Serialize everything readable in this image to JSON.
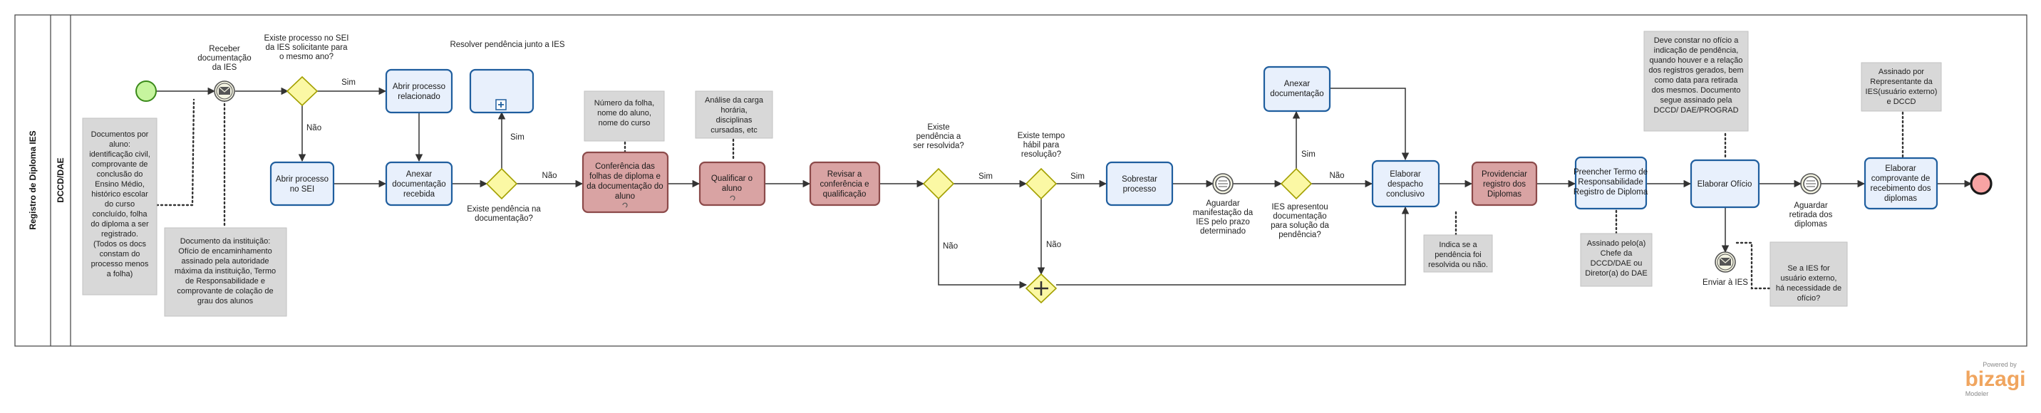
{
  "pool": {
    "title": "Registro de Diploma IES",
    "lane": "DCCD/DAE"
  },
  "tasks": {
    "abrir_sei": "Abrir processo no SEI",
    "abrir_relacionado": "Abrir  processo relacionado",
    "anexar_recebida": "Anexar documentação recebida",
    "conferencia": "Conferência das folhas de diploma e da documentação do aluno",
    "qualificar": "Qualificar o aluno",
    "revisar": "Revisar a conferência e qualificação",
    "sobrestar": "Sobrestar processo",
    "anexar_doc": "Anexar documentação",
    "elaborar_despacho": "Elaborar despacho conclusivo",
    "providenciar": "Providenciar registro dos Diplomas",
    "preencher": "Preencher Termo de Responsabilidade Registro de Diploma",
    "elaborar_oficio": "Elaborar Ofício",
    "elaborar_comprovante": "Elaborar comprovante de recebimento dos diplomas"
  },
  "subprocess": {
    "label": "Resolver pendência junto a IES"
  },
  "events": {
    "receber": "Receber documentação da IES",
    "aguardar_manifestacao": "Aguardar manifestação da IES pelo prazo determinado",
    "aguardar_retirada": "Aguardar retirada dos diplomas",
    "enviar": "Enviar à IES"
  },
  "gateways": {
    "existe_processo": "Existe processo no SEI da IES solicitante para o mesmo ano?",
    "existe_pendencia_doc": "Existe pendência na documentação?",
    "existe_pendencia_resolvida": "Existe pendência a ser resolvida?",
    "existe_tempo": "Existe tempo hábil para resolução?",
    "ies_apresentou": "IES apresentou documentação para solução da pendência?"
  },
  "flow_labels": {
    "sim": "Sim",
    "nao": "Não"
  },
  "notes": {
    "documentos_aluno": "Documentos por aluno: identificação civil, comprovante de conclusão do Ensino Médio, histórico escolar do curso concluído, folha do diploma a ser registrado. (Todos os docs constam do processo menos a folha)",
    "documento_instituicao": "Documento da instituição: Ofício de encaminhamento assinado pela autoridade máxima da instituição, Termo de Responsabilidade e comprovante de colação de grau dos alunos",
    "numero_folha": "Número da folha, nome do aluno, nome do curso",
    "analise_carga": "Análise da carga horária, disciplinas cursadas, etc",
    "indica_pendencia": "Indica se a pendência foi resolvida ou não.",
    "assinado_chefe": "Assinado pelo(a) Chefe da DCCD/DAE ou Diretor(a) do DAE",
    "deve_constar": "Deve constar no ofício a indicação de pendência, quando houver e a relação dos registros gerados, bem como data para retirada dos mesmos. Documento segue assinado pela DCCD/ DAE/PROGRAD",
    "se_ies": "Se a IES for usuário externo, há necessidade de ofício?",
    "assinado_representante": "Assinado por Representante da IES(usuário externo) e DCCD"
  },
  "brand": {
    "powered_by": "Powered by",
    "name": "bizagi",
    "product": "Modeler"
  },
  "colors": {
    "task_blue_fill": "#e8f0fc",
    "task_red_fill": "#d9a3a3",
    "gateway_fill": "#fbf8a4",
    "start_fill": "#c6f59e",
    "end_fill": "#f7a3a3"
  }
}
